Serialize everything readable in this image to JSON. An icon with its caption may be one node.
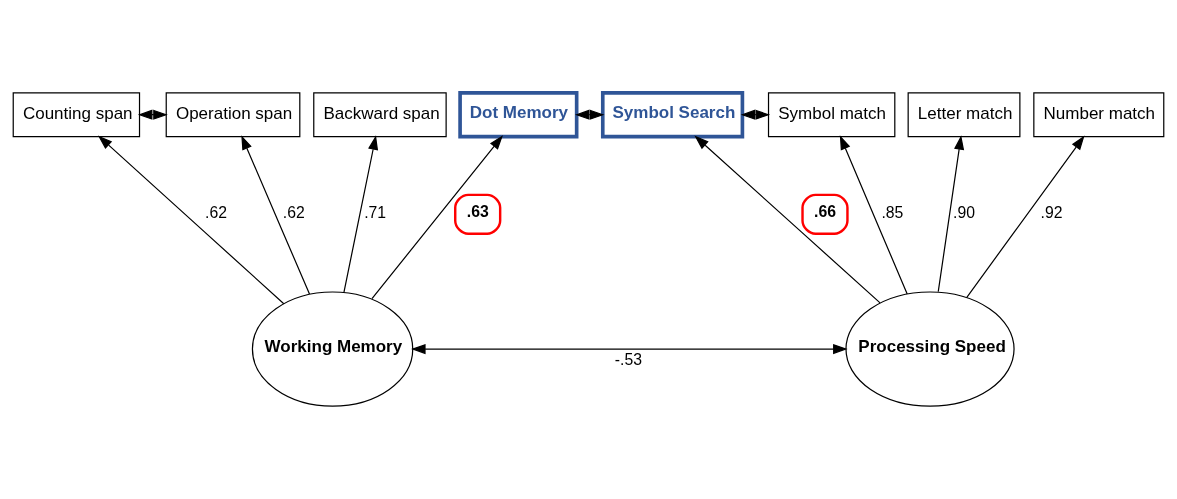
{
  "diagram": {
    "nodes": [
      {
        "text": [
          "Counting span"
        ]
      },
      {
        "text": [
          "Operation span"
        ]
      },
      {
        "text": [
          "Backward span"
        ]
      },
      {
        "text": [
          "Dot Memory"
        ]
      },
      {
        "text": [
          "Symbol Search"
        ]
      },
      {
        "text": [
          "Symbol match"
        ]
      },
      {
        "text": [
          "Letter match"
        ]
      },
      {
        "text": [
          "Number match"
        ]
      },
      {
        "text": [
          "Working Memory"
        ]
      },
      {
        "text": [
          "Processing Speed"
        ]
      }
    ],
    "edges": [
      {
        "from": 0,
        "to": 1,
        "arrow": "both"
      },
      {
        "from": 3,
        "to": 4,
        "arrow": "both"
      },
      {
        "from": 4,
        "to": 5,
        "arrow": "both"
      },
      {
        "from": 8,
        "to": 0,
        "arrow": "to",
        "label": ".62"
      },
      {
        "from": 8,
        "to": 1,
        "arrow": "to",
        "label": ".62"
      },
      {
        "from": 8,
        "to": 2,
        "arrow": "to",
        "label": ".71"
      },
      {
        "from": 8,
        "to": 3,
        "arrow": "to",
        "label": ".63"
      },
      {
        "from": 9,
        "to": 4,
        "arrow": "to",
        "label": ".66"
      },
      {
        "from": 9,
        "to": 5,
        "arrow": "to",
        "label": ".85"
      },
      {
        "from": 9,
        "to": 6,
        "arrow": "to",
        "label": ".90"
      },
      {
        "from": 9,
        "to": 7,
        "arrow": "to",
        "label": ".92"
      },
      {
        "from": 8,
        "to": 9,
        "arrow": "both",
        "label": "-.53"
      }
    ]
  }
}
